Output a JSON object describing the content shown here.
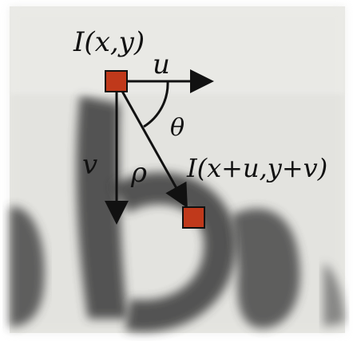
{
  "labels": {
    "source_pixel": "I(x,y)",
    "target_pixel": "I(x+u,y+v)",
    "horizontal_offset": "u",
    "vertical_offset": "v",
    "angle": "θ",
    "distance": "ρ"
  },
  "background": {
    "description_text": "",
    "paper_color": "#e9e9e5",
    "ink_color": "#3a3a3a"
  },
  "colors": {
    "marker_fill": "#c0391b",
    "marker_stroke": "#111111",
    "arrow": "#111111"
  }
}
